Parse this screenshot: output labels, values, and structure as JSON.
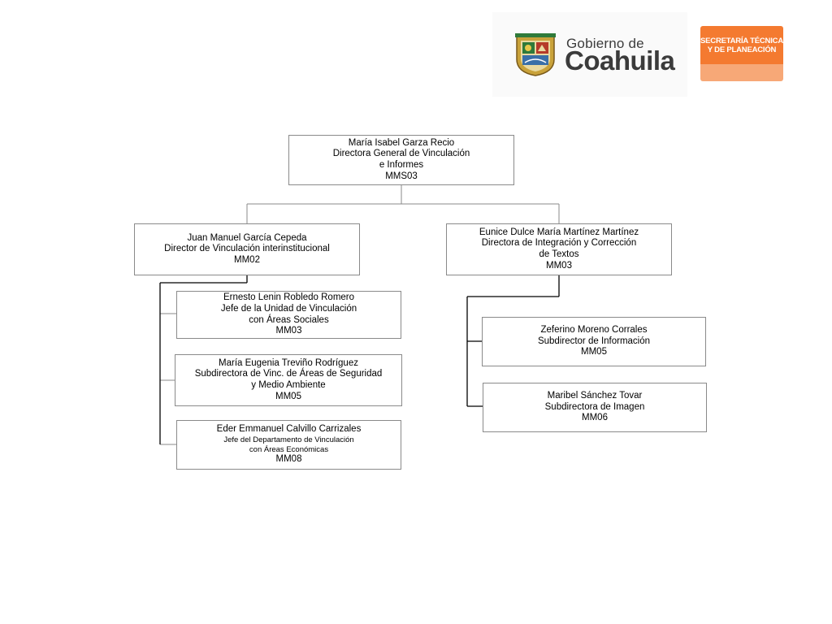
{
  "header": {
    "gov_small": "Gobierno de",
    "gov_big": "Coahuila",
    "badge_line1": "SECRETARÍA TÉCNICA",
    "badge_line2": "Y DE PLANEACIÓN",
    "crest_icon": "coat-of-arms-icon",
    "accent_color": "#f47a30"
  },
  "org": {
    "root": {
      "name": "María Isabel Garza Recio",
      "title1": "Directora General de Vinculación",
      "title2": "e Informes",
      "code": "MMS03"
    },
    "left": {
      "name": "Juan Manuel García Cepeda",
      "title1": "Director de Vinculación interinstitucional",
      "code": "MM02",
      "children": [
        {
          "name": "Ernesto Lenin Robledo Romero",
          "title1": "Jefe de la Unidad de Vinculación",
          "title2": "con Áreas Sociales",
          "code": "MM03"
        },
        {
          "name": "María  Eugenia Treviño Rodríguez",
          "title1": "Subdirectora de Vinc. de Áreas de Seguridad",
          "title2": "y Medio Ambiente",
          "code": "MM05"
        },
        {
          "name": "Eder Emmanuel Calvillo Carrizales",
          "title1": "Jefe del Departamento de Vinculación",
          "title2": "con Áreas Económicas",
          "code": "MM08"
        }
      ]
    },
    "right": {
      "name": "Eunice Dulce María Martínez Martínez",
      "title1": "Directora de Integración y Corrección",
      "title2": "de Textos",
      "code": "MM03",
      "children": [
        {
          "name": "Zeferino Moreno Corrales",
          "title1": "Subdirector de Información",
          "code": "MM05"
        },
        {
          "name": "Maribel Sánchez Tovar",
          "title1": "Subdirectora de Imagen",
          "code": "MM06"
        }
      ]
    }
  }
}
